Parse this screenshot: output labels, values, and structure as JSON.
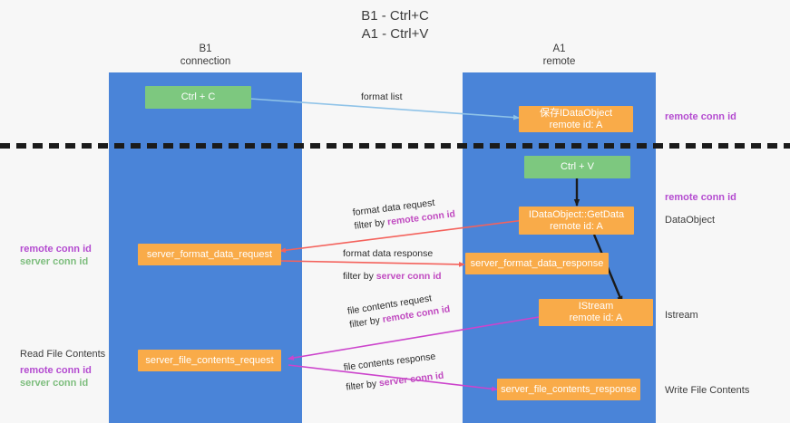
{
  "title": {
    "line1": "B1 - Ctrl+C",
    "line2": "A1 - Ctrl+V"
  },
  "lanes": [
    {
      "id": "b1",
      "name": "B1",
      "sub": "connection",
      "color": "#4a84d8"
    },
    {
      "id": "a1",
      "name": "A1",
      "sub": "remote",
      "color": "#4a84d8"
    }
  ],
  "nodes": {
    "ctrl_c": {
      "line1": "Ctrl + C",
      "line2": "",
      "color": "#7dc87f"
    },
    "save_dataobject": {
      "line1": "保存IDataObject",
      "line2": "remote id: A",
      "color": "#f9ab49"
    },
    "ctrl_v": {
      "line1": "Ctrl + V",
      "line2": "",
      "color": "#7dc87f"
    },
    "getdata": {
      "line1": "IDataObject::GetData",
      "line2": "remote id: A",
      "color": "#f9ab49"
    },
    "server_format_data_request": {
      "line1": "server_format_data_request",
      "line2": "",
      "color": "#f9ab49"
    },
    "server_format_data_response": {
      "line1": "server_format_data_response",
      "line2": "",
      "color": "#f9ab49"
    },
    "istream": {
      "line1": "IStream",
      "line2": "remote id: A",
      "color": "#f9ab49"
    },
    "server_file_contents_request": {
      "line1": "server_file_contents_request",
      "line2": "",
      "color": "#f9ab49"
    },
    "server_file_contents_response": {
      "line1": "server_file_contents_response",
      "line2": "",
      "color": "#f9ab49"
    }
  },
  "edges": {
    "format_list": {
      "label": "format list",
      "color": "#8fc3e8"
    },
    "format_data_request": {
      "l1": "format data request",
      "l2_prefix": "filter by ",
      "l2_highlight": "remote conn id",
      "color": "#f4625c"
    },
    "format_data_response": {
      "l1": "format data response",
      "l2_prefix": "filter by ",
      "l2_highlight": "server conn id",
      "color": "#f4625c"
    },
    "file_contents_request": {
      "l1": "file contents request",
      "l2_prefix": "filter by ",
      "l2_highlight": "remote conn id",
      "color": "#cc44cc"
    },
    "file_contents_response": {
      "l1": "file contents response",
      "l2_prefix": "filter by ",
      "l2_highlight": "server conn id",
      "color": "#cc44cc"
    }
  },
  "right_labels": {
    "remote_conn_id_top": "remote conn id",
    "remote_conn_id_mid": "remote conn id",
    "dataobject": "DataObject",
    "istream": "Istream",
    "write_file_contents": "Write File Contents"
  },
  "left_labels": {
    "remote_conn_id_mid": "remote conn id",
    "server_conn_id_mid": "server conn id",
    "read_file_contents": "Read File Contents",
    "remote_conn_id_bottom": "remote conn id",
    "server_conn_id_bottom": "server conn id"
  },
  "colors": {
    "lane": "#4a84d8",
    "green_node": "#7dc87f",
    "orange_node": "#f9ab49",
    "red_edge": "#f4625c",
    "magenta_edge": "#cc44cc",
    "blue_edge": "#8fc3e8",
    "purple_text": "#b44bd0",
    "green_text": "#7dbd7d",
    "background": "#f7f7f7",
    "dash_line": "#1b1b1b"
  }
}
